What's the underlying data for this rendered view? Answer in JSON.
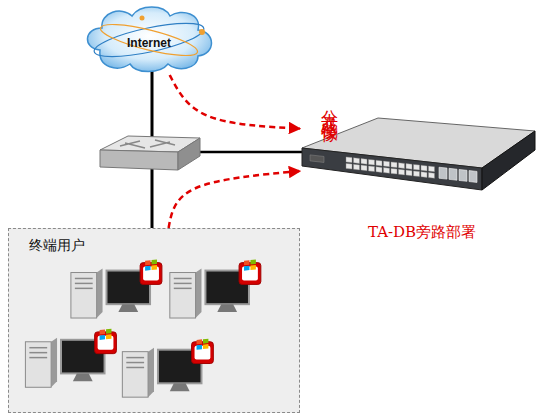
{
  "diagram": {
    "nodes": [
      {
        "text": [
          "Internet"
        ]
      },
      {
        "text": [
          "TA-DB旁路部署"
        ]
      },
      {
        "text": [
          "终端用户"
        ]
      }
    ],
    "edges": [
      {
        "from": 0,
        "to": 1,
        "arrow": "to"
      },
      {
        "from": 2,
        "to": 1,
        "arrow": "to"
      }
    ],
    "labels": [
      "分光或镜像"
    ]
  }
}
